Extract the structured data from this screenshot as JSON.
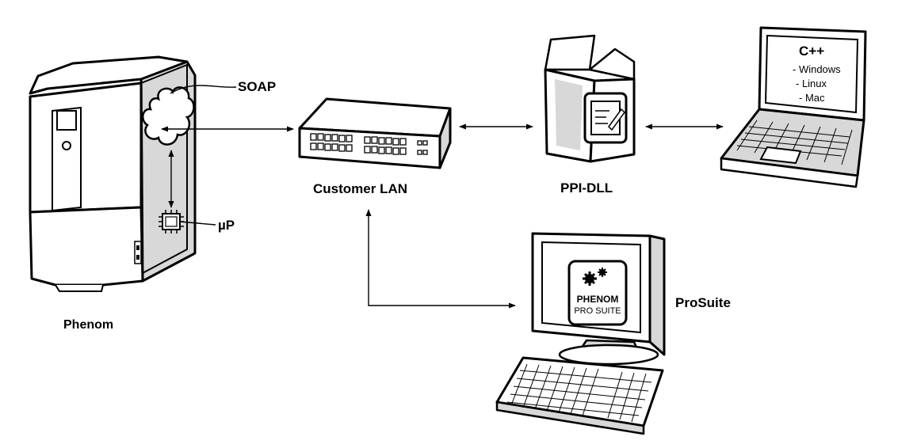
{
  "labels": {
    "soap": "SOAP",
    "microprocessor": "µP",
    "phenom": "Phenom",
    "customer_lan": "Customer LAN",
    "ppi_dll": "PPI-DLL",
    "prosuite": "ProSuite"
  },
  "laptop_screen": {
    "language": "C++",
    "platforms": [
      "- Windows",
      "- Linux",
      "- Mac"
    ]
  },
  "monitor_screen": {
    "brand": "PHENOM",
    "product": "PRO SUITE"
  },
  "icons": [
    "phenom-instrument-icon",
    "cloud-icon",
    "chip-icon",
    "network-switch-icon",
    "software-box-icon",
    "laptop-icon",
    "desktop-monitor-icon",
    "keyboard-icon",
    "gear-icon"
  ]
}
